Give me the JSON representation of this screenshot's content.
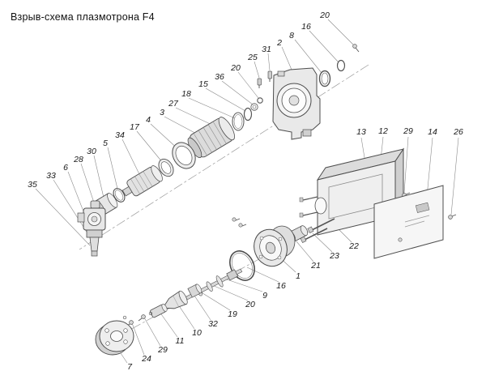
{
  "title": "Взрыв-схема плазмотрона F4",
  "labels": [
    {
      "text": "20"
    },
    {
      "text": "16"
    },
    {
      "text": "8"
    },
    {
      "text": "2"
    },
    {
      "text": "31"
    },
    {
      "text": "25"
    },
    {
      "text": "20"
    },
    {
      "text": "36"
    },
    {
      "text": "15"
    },
    {
      "text": "18"
    },
    {
      "text": "27"
    },
    {
      "text": "3"
    },
    {
      "text": "4"
    },
    {
      "text": "17"
    },
    {
      "text": "34"
    },
    {
      "text": "5"
    },
    {
      "text": "30"
    },
    {
      "text": "28"
    },
    {
      "text": "6"
    },
    {
      "text": "33"
    },
    {
      "text": "35"
    },
    {
      "text": "13"
    },
    {
      "text": "12"
    },
    {
      "text": "29"
    },
    {
      "text": "14"
    },
    {
      "text": "26"
    },
    {
      "text": "22"
    },
    {
      "text": "23"
    },
    {
      "text": "21"
    },
    {
      "text": "1"
    },
    {
      "text": "16"
    },
    {
      "text": "9"
    },
    {
      "text": "20"
    },
    {
      "text": "19"
    },
    {
      "text": "32"
    },
    {
      "text": "10"
    },
    {
      "text": "11"
    },
    {
      "text": "29"
    },
    {
      "text": "24"
    },
    {
      "text": "7"
    }
  ]
}
